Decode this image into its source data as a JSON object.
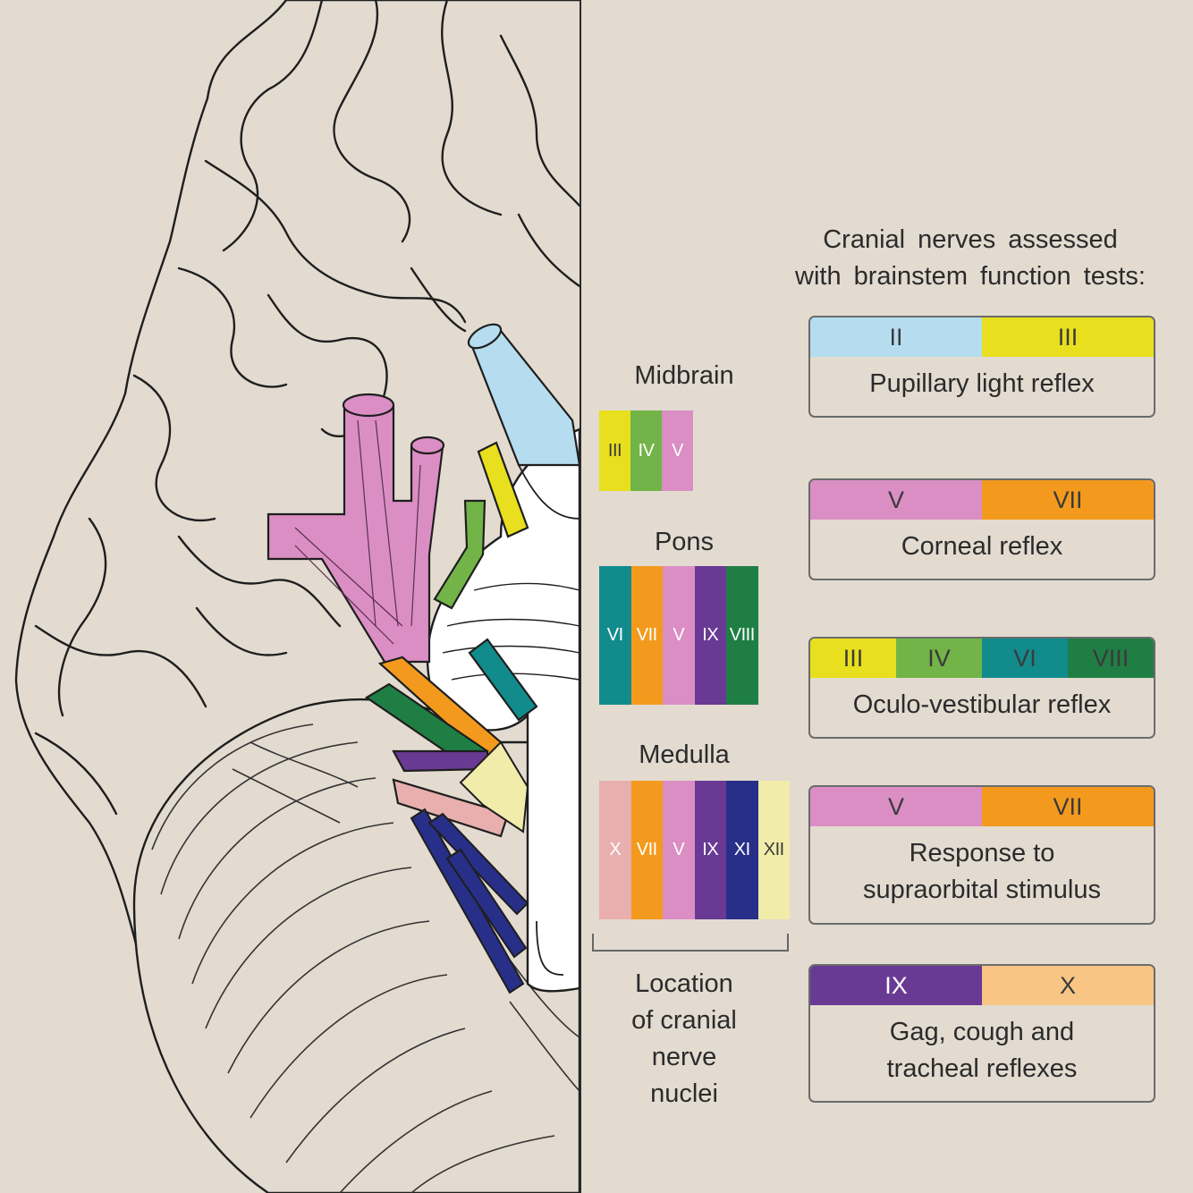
{
  "colors": {
    "background": "#e3dbd0",
    "II": "#b5dcef",
    "III": "#e8df1e",
    "IV": "#72b447",
    "V": "#db8ec4",
    "VI": "#128b8d",
    "VII": "#f39a1e",
    "VIII": "#1f7e44",
    "IX": "#693a94",
    "X": "#e8afae",
    "XI": "#272f88",
    "XII": "#f1ecaa",
    "X_test": "#f8c584"
  },
  "locations": {
    "midbrain": {
      "label": "Midbrain",
      "nerves": [
        "III",
        "IV",
        "V"
      ]
    },
    "pons": {
      "label": "Pons",
      "nerves": [
        "VI",
        "VII",
        "V",
        "IX",
        "VIII"
      ]
    },
    "medulla": {
      "label": "Medulla",
      "nerves": [
        "X",
        "VII",
        "V",
        "IX",
        "XI",
        "XII"
      ]
    },
    "caption_lines": [
      "Location",
      "of cranial",
      "nerve",
      "nuclei"
    ]
  },
  "tests": {
    "title_lines": [
      "Cranial nerves assessed",
      "with brainstem function tests:"
    ],
    "items": [
      {
        "name_lines": [
          "Pupillary light reflex"
        ],
        "nerves": [
          "II",
          "III"
        ]
      },
      {
        "name_lines": [
          "Corneal reflex"
        ],
        "nerves": [
          "V",
          "VII"
        ]
      },
      {
        "name_lines": [
          "Oculo-vestibular reflex"
        ],
        "nerves": [
          "III",
          "IV",
          "VI",
          "VIII"
        ]
      },
      {
        "name_lines": [
          "Response to",
          "supraorbital stimulus"
        ],
        "nerves": [
          "V",
          "VII"
        ]
      },
      {
        "name_lines": [
          "Gag, cough and",
          "tracheal reflexes"
        ],
        "nerves": [
          "IX",
          "X"
        ]
      }
    ]
  }
}
